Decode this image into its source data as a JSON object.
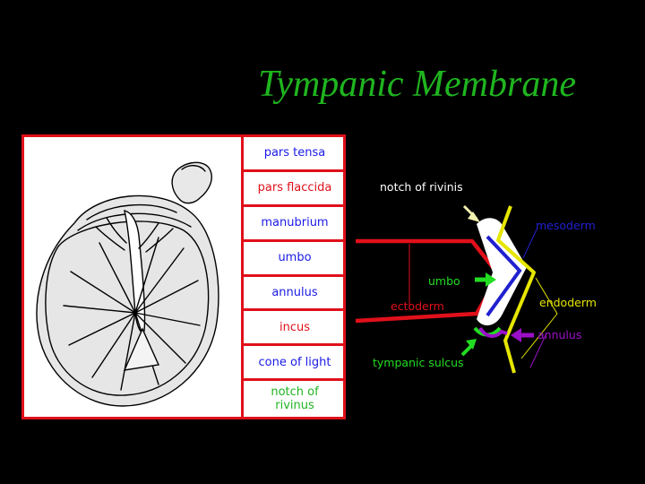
{
  "title": "Tympanic Membrane",
  "labels": [
    {
      "text": "pars tensa",
      "color": "#1a1ae6"
    },
    {
      "text": "pars flaccida",
      "color": "#e0101a"
    },
    {
      "text": "manubrium",
      "color": "#1a1ae6"
    },
    {
      "text": "umbo",
      "color": "#1a1ae6"
    },
    {
      "text": "annulus",
      "color": "#1a1ae6"
    },
    {
      "text": "incus",
      "color": "#e0101a"
    },
    {
      "text": "cone of light",
      "color": "#1a1ae6"
    },
    {
      "text": "notch of\nrivinus",
      "color": "#1fb51f"
    }
  ],
  "diagram": {
    "notch": "notch of rivinis",
    "mesoderm": "mesoderm",
    "umbo": "umbo",
    "ectoderm": "ectoderm",
    "endoderm": "endoderm",
    "annulus": "annulus",
    "sulcus": "tympanic sulcus"
  },
  "colors": {
    "title": "#1fb51f",
    "border": "#e0101a",
    "ectoderm": "#e0101a",
    "mesoderm": "#2020d0",
    "endoderm": "#e6e600",
    "arrow_green": "#22dd22",
    "arrow_purple": "#9a10c8",
    "notch_arrow": "#f0f0b0"
  }
}
